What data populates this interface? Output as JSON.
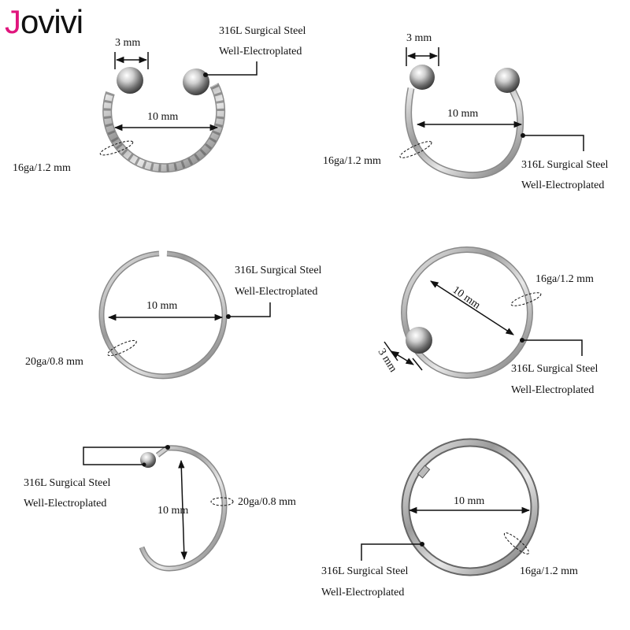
{
  "brand": {
    "first_letter": "J",
    "rest": "ovivi",
    "accent": "#e0157d"
  },
  "items": [
    {
      "name": "twisted-horseshoe",
      "ball": "3 mm",
      "diameter": "10 mm",
      "gauge": "16ga/1.2 mm",
      "material": "316L Surgical Steel",
      "finish": "Well-Electroplated"
    },
    {
      "name": "smooth-horseshoe",
      "ball": "3 mm",
      "diameter": "10 mm",
      "gauge": "16ga/1.2 mm",
      "material": "316L Surgical Steel",
      "finish": "Well-Electroplated"
    },
    {
      "name": "seamless-hoop",
      "diameter": "10 mm",
      "gauge": "20ga/0.8 mm",
      "material": "316L Surgical Steel",
      "finish": "Well-Electroplated"
    },
    {
      "name": "captive-bead-ring",
      "ball": "3 mm",
      "diameter": "10 mm",
      "gauge": "16ga/1.2 mm",
      "material": "316L Surgical Steel",
      "finish": "Well-Electroplated"
    },
    {
      "name": "nose-hoop-with-stopper",
      "diameter": "10 mm",
      "gauge": "20ga/0.8 mm",
      "material": "316L Surgical Steel",
      "finish": "Well-Electroplated"
    },
    {
      "name": "hinged-segment-ring",
      "diameter": "10 mm",
      "gauge": "16ga/1.2 mm",
      "material": "316L Surgical Steel",
      "finish": "Well-Electroplated"
    }
  ]
}
